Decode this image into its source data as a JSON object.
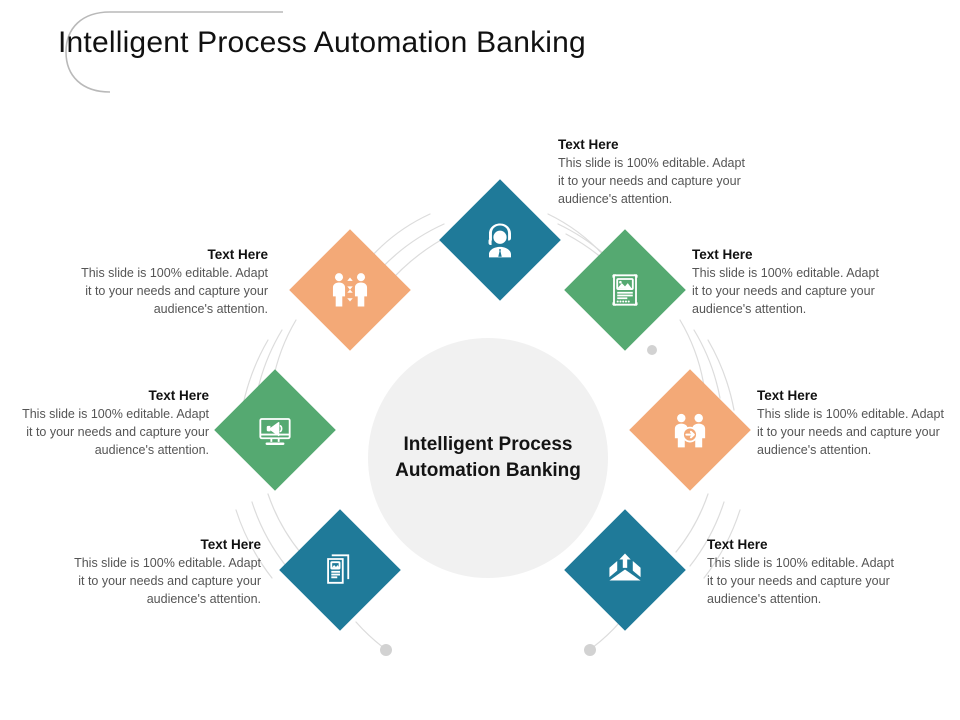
{
  "slide": {
    "title": "Intelligent Process Automation Banking",
    "center_label": "Intelligent Process Automation Banking",
    "colors": {
      "teal": "#1F7A99",
      "green": "#55A971",
      "orange": "#F3A977",
      "circle_fill": "#F1F1F1",
      "arc_line": "#D5D5D5",
      "title_text": "#111111",
      "body_text": "#555555"
    }
  },
  "nodes": [
    {
      "id": "node-top",
      "icon": "headset-support-agent-icon",
      "color": "teal",
      "heading": "Text Here",
      "body": "This slide is 100% editable. Adapt it to your needs and capture your audience's attention.",
      "text_align": "left"
    },
    {
      "id": "node-upper-right",
      "icon": "document-image-icon",
      "color": "green",
      "heading": "Text Here",
      "body": "This slide is 100% editable. Adapt it to your needs and capture your audience's attention.",
      "text_align": "left"
    },
    {
      "id": "node-right",
      "icon": "people-exchange-icon",
      "color": "orange",
      "heading": "Text Here",
      "body": "This slide is 100% editable. Adapt it to your needs and capture your audience's attention.",
      "text_align": "left"
    },
    {
      "id": "node-lower-right",
      "icon": "envelope-upload-icon",
      "color": "teal",
      "heading": "Text Here",
      "body": "This slide is 100% editable. Adapt it to your needs and capture your audience's attention.",
      "text_align": "left"
    },
    {
      "id": "node-lower-left",
      "icon": "stacked-documents-icon",
      "color": "teal",
      "heading": "Text Here",
      "body": "This slide is 100% editable. Adapt it to your needs and capture your audience's attention.",
      "text_align": "right"
    },
    {
      "id": "node-left",
      "icon": "monitor-megaphone-icon",
      "color": "green",
      "heading": "Text Here",
      "body": "This slide is 100% editable. Adapt it to your needs and capture your audience's attention.",
      "text_align": "right"
    },
    {
      "id": "node-upper-left",
      "icon": "people-data-transfer-icon",
      "color": "orange",
      "heading": "Text Here",
      "body": "This slide is 100% editable. Adapt it to your needs and capture your audience's attention.",
      "text_align": "right"
    }
  ]
}
